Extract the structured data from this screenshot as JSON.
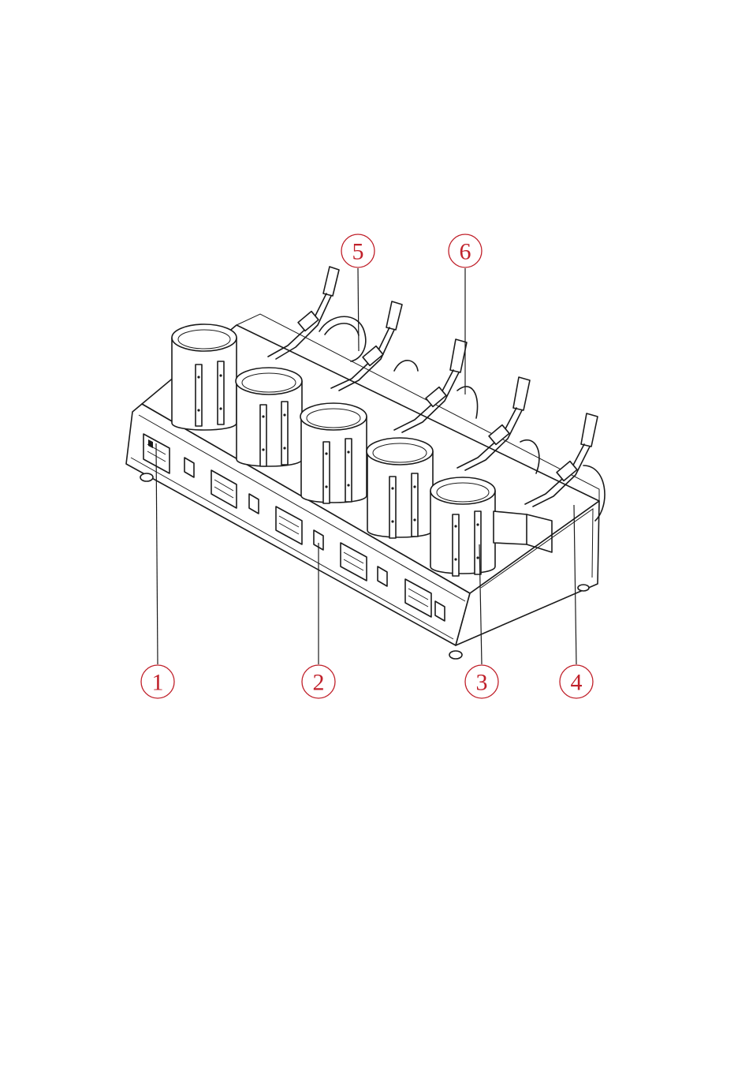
{
  "diagram": {
    "colors": {
      "callout": "#c0202a",
      "line": "#1a1a1a",
      "background": "#ffffff"
    },
    "callouts": [
      {
        "label": "1",
        "target": "digital-controller-1"
      },
      {
        "label": "2",
        "target": "power-switch-3"
      },
      {
        "label": "3",
        "target": "mug-heater-5"
      },
      {
        "label": "4",
        "target": "machine-base-right"
      },
      {
        "label": "5",
        "target": "heater-cable-1"
      },
      {
        "label": "6",
        "target": "clamp-handle-3"
      }
    ],
    "stations": 5
  }
}
